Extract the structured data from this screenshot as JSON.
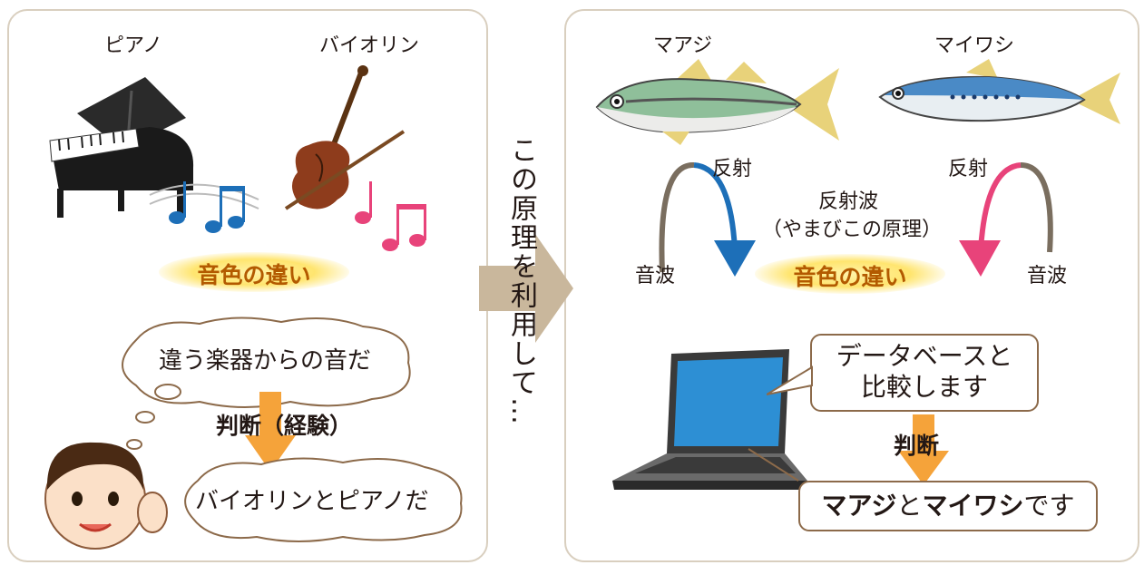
{
  "left_panel": {
    "piano_label": "ピアノ",
    "violin_label": "バイオリン",
    "timbre_label": "音色の違い",
    "thought1": "違う楽器からの音だ",
    "judgment_label": "判断（経験）",
    "thought2": "バイオリンとピアノだ"
  },
  "center": {
    "vertical_text": "この原理を利用して…"
  },
  "right_panel": {
    "fish1_label": "マアジ",
    "fish2_label": "マイワシ",
    "reflect_left": "反射",
    "reflect_right": "反射",
    "reflect_wave": "反射波",
    "echo_principle": "（やまびこの原理）",
    "sound_left": "音波",
    "sound_right": "音波",
    "timbre_label": "音色の違い",
    "database_line1": "データベースと",
    "database_line2": "比較します",
    "judgment_label": "判断",
    "result_fish1": "マアジ",
    "result_and": "と",
    "result_fish2": "マイワシ",
    "result_suffix": "です"
  },
  "colors": {
    "panel_border": "#d9cfbf",
    "arrow_orange": "#f5a33a",
    "arrow_blue": "#1d6fb8",
    "arrow_pink": "#e8437a",
    "arc_gray": "#7a6e5f",
    "timbre_text": "#b35a00",
    "center_arrow": "#c9b79c"
  }
}
